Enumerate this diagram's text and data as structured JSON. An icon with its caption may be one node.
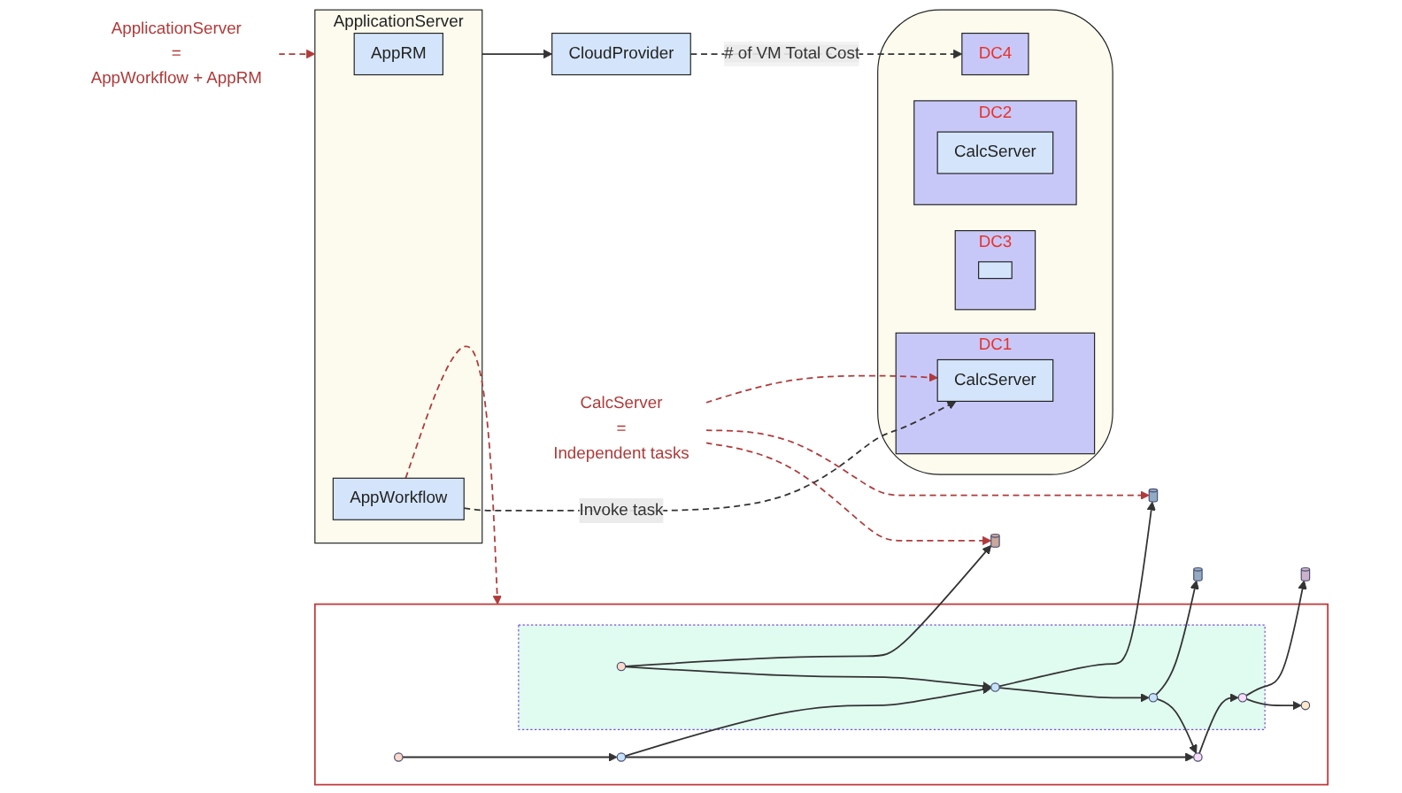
{
  "diagram": {
    "nodes": [
      {
        "text": [],
        "shape": "box"
      },
      {
        "text": [],
        "shape": "box",
        "in": 0
      },
      {
        "text": [],
        "shape": "circle",
        "in": 0
      },
      {
        "text": [],
        "shape": "circle",
        "in": 1
      },
      {
        "text": [],
        "shape": "circle",
        "in": 0
      },
      {
        "text": [],
        "shape": "circle",
        "in": 1
      },
      {
        "text": [],
        "shape": "circle",
        "in": 0
      },
      {
        "text": [],
        "shape": "circle",
        "in": 1
      },
      {
        "text": [],
        "shape": "circle",
        "in": 0
      },
      {
        "text": [],
        "shape": "circle",
        "in": 1
      },
      {
        "text": [],
        "shape": "cylinder"
      },
      {
        "text": [],
        "shape": "cylinder"
      },
      {
        "text": [],
        "shape": "cylinder"
      },
      {
        "text": [],
        "shape": "cylinder"
      },
      {
        "text": [
          "CalcServer",
          "=",
          "Independent tasks"
        ]
      },
      {
        "text": [
          "CloudProvider"
        ]
      },
      {
        "text": [
          "ApplicationServer"
        ]
      },
      {
        "text": [
          "AppRM"
        ],
        "in": 16
      },
      {
        "text": [
          "AppWorkflow"
        ],
        "in": 16
      },
      {
        "text": [],
        "shape": "cloud"
      },
      {
        "text": [
          "DC4"
        ],
        "in": 19
      },
      {
        "text": [
          "DC3"
        ],
        "in": 19
      },
      {
        "text": [],
        "shape": "box",
        "in": 21
      },
      {
        "text": [
          "DC2"
        ],
        "in": 19
      },
      {
        "text": [
          "CalcServer"
        ],
        "in": 23
      },
      {
        "text": [
          "DC1"
        ],
        "in": 19
      },
      {
        "text": [
          "CalcServer"
        ],
        "in": 25
      },
      {
        "text": [
          "ApplicationServer",
          "=",
          "AppWorkflow + AppRM"
        ]
      }
    ],
    "edges": [
      {
        "from": 2,
        "to": 4,
        "arrow": "to"
      },
      {
        "from": 4,
        "to": 5,
        "arrow": "to"
      },
      {
        "from": 3,
        "to": 5,
        "arrow": "to"
      },
      {
        "from": 4,
        "to": 6,
        "arrow": "to"
      },
      {
        "from": 5,
        "to": 7,
        "arrow": "to"
      },
      {
        "from": 7,
        "to": 6,
        "arrow": "to"
      },
      {
        "from": 6,
        "to": 9,
        "arrow": "to"
      },
      {
        "from": 9,
        "to": 8,
        "arrow": "to"
      },
      {
        "from": 3,
        "to": 10,
        "arrow": "to"
      },
      {
        "from": 5,
        "to": 11,
        "arrow": "to"
      },
      {
        "from": 7,
        "to": 12,
        "arrow": "to"
      },
      {
        "from": 9,
        "to": 13,
        "arrow": "to"
      },
      {
        "from": 14,
        "to": 10,
        "arrow": "to",
        "style": "dashed",
        "color": "#b03a3a"
      },
      {
        "from": 14,
        "to": 11,
        "arrow": "to",
        "style": "dashed",
        "color": "#b03a3a"
      },
      {
        "from": 14,
        "to": 26,
        "arrow": "to",
        "style": "dashed",
        "color": "#b03a3a"
      },
      {
        "from": 16,
        "to": 15,
        "arrow": "to"
      },
      {
        "from": 15,
        "to": 20,
        "arrow": "to",
        "label": "# of VM Total Cost",
        "style": "dashed"
      },
      {
        "from": 18,
        "to": 26,
        "arrow": "to",
        "label": "Invoke task",
        "style": "dashed"
      },
      {
        "from": 27,
        "to": 16,
        "arrow": "to",
        "style": "dashed",
        "color": "#b03a3a"
      },
      {
        "from": 18,
        "to": 0,
        "arrow": "to",
        "style": "dashed",
        "color": "#b03a3a"
      }
    ]
  }
}
